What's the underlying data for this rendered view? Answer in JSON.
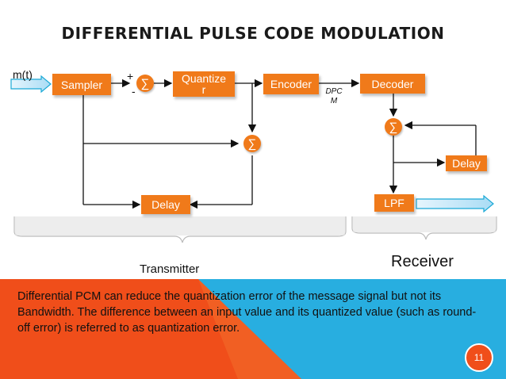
{
  "title": "DIFFERENTIAL PULSE CODE MODULATION",
  "input_label": "m(t)",
  "blocks": {
    "sampler": "Sampler",
    "quantizer_line1": "Quantize",
    "quantizer_line2": "r",
    "encoder": "Encoder",
    "decoder": "Decoder",
    "delay_tx": "Delay",
    "delay_rx": "Delay",
    "lpf": "LPF"
  },
  "sum_symbol": "∑",
  "signs": {
    "plus": "+",
    "minus": "-"
  },
  "channel_label_line1": "DPC",
  "channel_label_line2": "M",
  "transmitter_label": "Transmitter",
  "receiver_label": "Receiver",
  "description": "Differential PCM can reduce the quantization error of the message signal but not its Bandwidth. The difference between an input value and its quantized value (such as round-off error) is referred to as quantization error.",
  "page_number": "11",
  "colors": {
    "block": "#f07a1a",
    "accent": "#f04e1a",
    "teal": "#1aa9d6",
    "arrow_fill": "#bfe4f7"
  }
}
